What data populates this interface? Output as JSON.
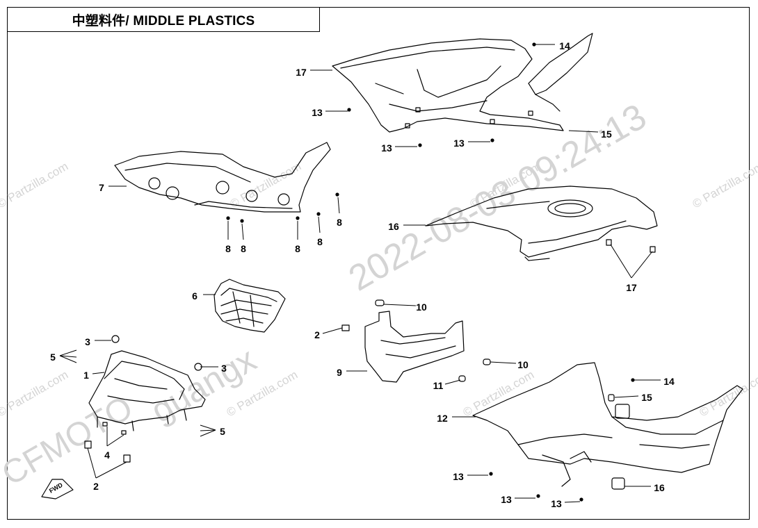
{
  "title": "中塑料件/ MIDDLE PLASTICS",
  "watermarks": {
    "site": "© Partzilla.com",
    "timestamp": "2022-08-03 09:24:13",
    "user": "guangx",
    "brand": "CFMOTO"
  },
  "callouts": [
    {
      "label": "17"
    },
    {
      "label": "14"
    },
    {
      "label": "13"
    },
    {
      "label": "13"
    },
    {
      "label": "13"
    },
    {
      "label": "15"
    },
    {
      "label": "7"
    },
    {
      "label": "8"
    },
    {
      "label": "8"
    },
    {
      "label": "8"
    },
    {
      "label": "8"
    },
    {
      "label": "8"
    },
    {
      "label": "16"
    },
    {
      "label": "17"
    },
    {
      "label": "6"
    },
    {
      "label": "3"
    },
    {
      "label": "5"
    },
    {
      "label": "1"
    },
    {
      "label": "3"
    },
    {
      "label": "4"
    },
    {
      "label": "5"
    },
    {
      "label": "2"
    },
    {
      "label": "2"
    },
    {
      "label": "10"
    },
    {
      "label": "9"
    },
    {
      "label": "10"
    },
    {
      "label": "11"
    },
    {
      "label": "12"
    },
    {
      "label": "14"
    },
    {
      "label": "15"
    },
    {
      "label": "13"
    },
    {
      "label": "13"
    },
    {
      "label": "13"
    },
    {
      "label": "16"
    }
  ],
  "fwd_label": "FWD",
  "colors": {
    "line": "#000000",
    "watermark": "#cfcfcf",
    "background": "#ffffff"
  }
}
